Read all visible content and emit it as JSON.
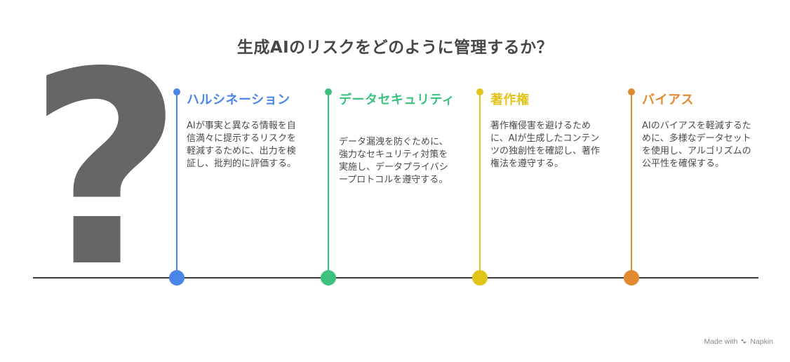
{
  "title": "生成AIのリスクをどのように管理するか？",
  "steps": [
    {
      "title": "ハルシネーション",
      "description": "AIが事実と異なる情報を自信満々に提示するリスクを軽減するために、出力を検証し、批判的に評価する。",
      "color": "#4a86e8"
    },
    {
      "title": "データセキュリティ",
      "description": "データ漏洩を防ぐために、強力なセキュリティ対策を実施し、データプライバシープロトコルを遵守する。",
      "color": "#3cc17f"
    },
    {
      "title": "著作権",
      "description": "著作権侵害を避けるために、AIが生成したコンテンツの独創性を確認し、著作権法を遵守する。",
      "color": "#e0c41a"
    },
    {
      "title": "バイアス",
      "description": "AIのバイアスを軽減するために、多様なデータセットを使用し、アルゴリズムの公平性を確保する。",
      "color": "#e08a30"
    }
  ],
  "question_mark": "?",
  "footer": {
    "made_with": "Made with",
    "brand": "Napkin"
  },
  "icons": [
    "question-mark-icon",
    "napkin-logo-icon"
  ]
}
